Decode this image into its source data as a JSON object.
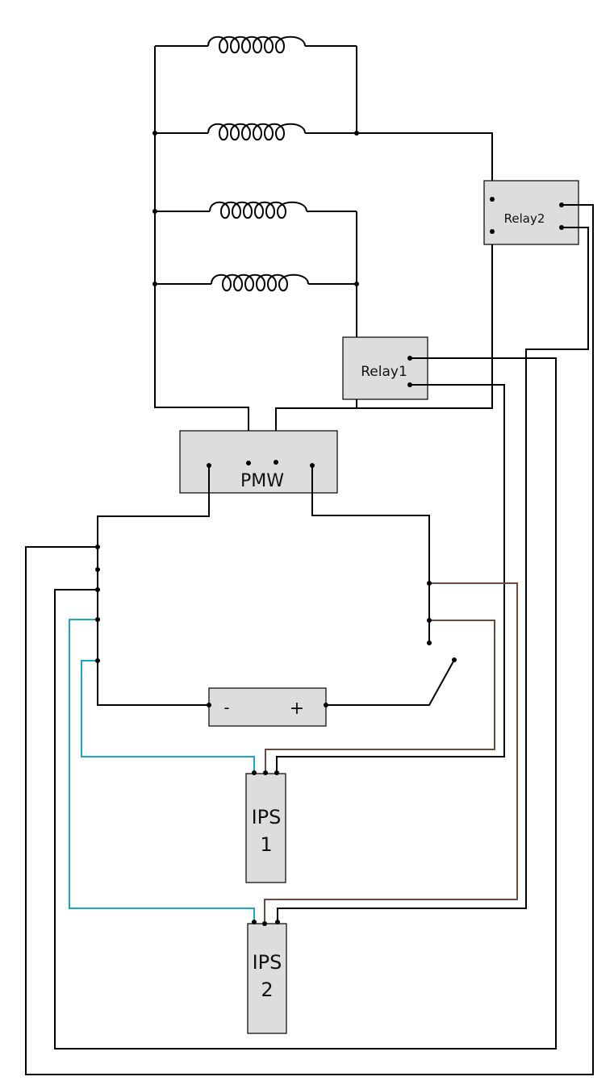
{
  "labels": {
    "relay1": "Relay1",
    "relay2": "Relay2",
    "pmw": "PMW",
    "battery_minus": "-",
    "battery_plus": "+",
    "ips1_line1": "IPS",
    "ips1_line2": "1",
    "ips2_line1": "IPS",
    "ips2_line2": "2"
  },
  "colors": {
    "wire": "#000000",
    "sensor_wire_cyan": "#1aa7c4",
    "sensor_wire_brown": "#6b4a3e",
    "component_fill": "#dddddd"
  }
}
